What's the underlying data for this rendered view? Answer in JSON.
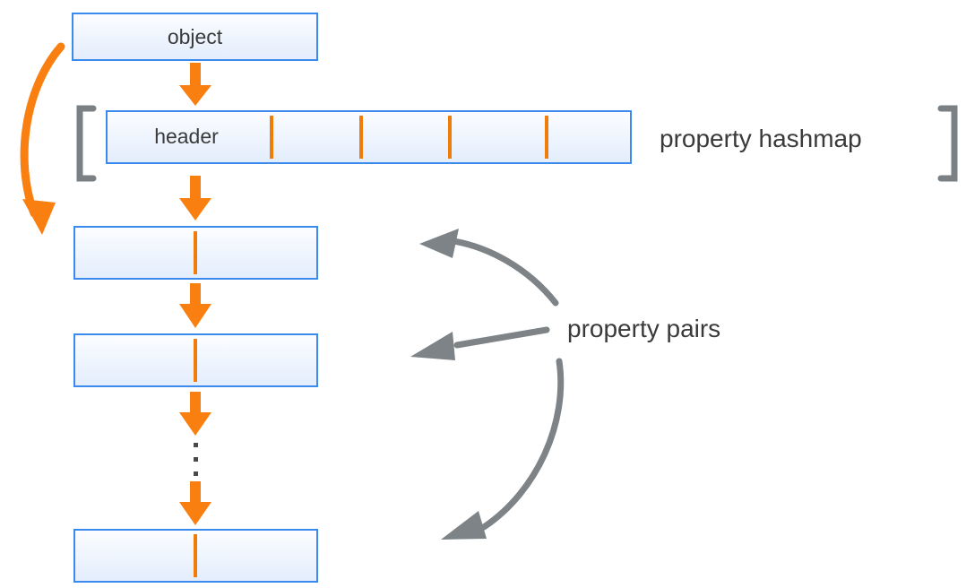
{
  "diagram": {
    "title_text_present": false,
    "colors": {
      "box_border": "#3b8aee",
      "box_fill_top": "#fcfdff",
      "box_fill_bottom": "#e3edfc",
      "orange_accent": "#f07d0a",
      "gray_annotation": "#7d8386",
      "bracket_gray": "#7a8084",
      "text": "#3a3a3a"
    },
    "nodes": [
      {
        "id": "object",
        "label": "object"
      },
      {
        "id": "hashmap",
        "label": "header"
      },
      {
        "id": "pair1",
        "label": ""
      },
      {
        "id": "pair2",
        "label": ""
      },
      {
        "id": "pairN",
        "label": ""
      }
    ],
    "hashmap": {
      "header_label": "header",
      "slot_count": 4,
      "bracket_caption": "property hashmap"
    },
    "annotations": [
      {
        "id": "property-pairs",
        "label": "property pairs",
        "arrow_count": 3
      }
    ],
    "ellipsis": {
      "dot_count": 3,
      "meaning": "more property pairs"
    }
  }
}
